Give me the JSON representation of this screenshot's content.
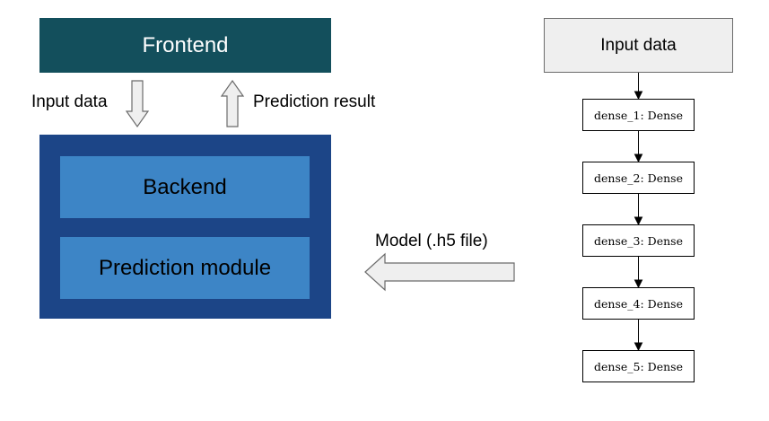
{
  "left_panel": {
    "frontend_label": "Frontend",
    "backend_label": "Backend",
    "prediction_module_label": "Prediction module",
    "input_data_label": "Input data",
    "prediction_result_label": "Prediction result"
  },
  "model_transfer": {
    "label": "Model (.h5 file)"
  },
  "model_graph": {
    "input_label": "Input data",
    "layers": [
      "dense_1: Dense",
      "dense_2: Dense",
      "dense_3: Dense",
      "dense_4: Dense",
      "dense_5: Dense"
    ]
  },
  "colors": {
    "frontend": "#134f5c",
    "backend_container": "#1c4587",
    "backend_inner": "#3d85c6",
    "hollow_arrow_fill": "#efefef",
    "hollow_arrow_stroke": "#6b6b6b"
  }
}
